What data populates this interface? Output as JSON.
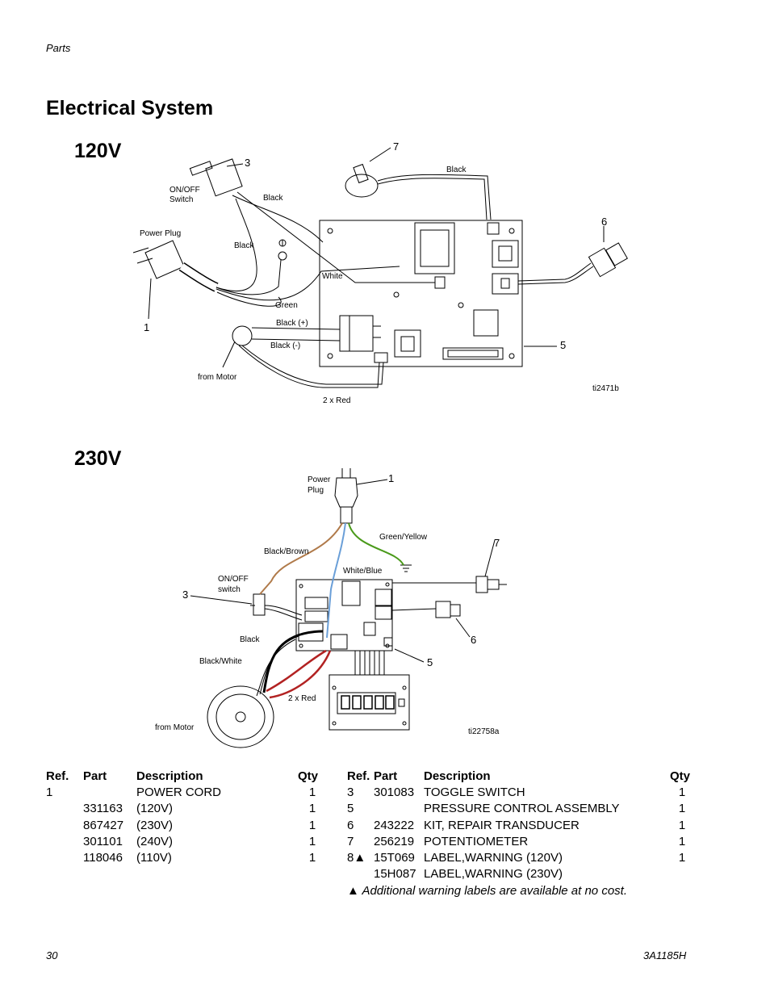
{
  "header": {
    "section": "Parts"
  },
  "title": "Electrical System",
  "diagram_120v": {
    "heading": "120V",
    "labels": {
      "onoff_1": "ON/OFF",
      "onoff_2": "Switch",
      "black_a": "Black",
      "black_b": "Black",
      "black_c": "Black",
      "power_plug": "Power Plug",
      "white": "White",
      "green": "Green",
      "black_plus": "Black (+)",
      "black_minus": "Black (-)",
      "from_motor": "from Motor",
      "two_red": "2 x Red",
      "figure_id": "ti2471b"
    },
    "callouts": {
      "c1": "1",
      "c3": "3",
      "c5": "5",
      "c6": "6",
      "c7": "7"
    }
  },
  "diagram_230v": {
    "heading": "230V",
    "labels": {
      "power_1": "Power",
      "power_2": "Plug",
      "green_yellow": "Green/Yellow",
      "black_brown": "Black/Brown",
      "white_blue": "White/Blue",
      "onoff_1": "ON/OFF",
      "onoff_2": "switch",
      "black": "Black",
      "black_white": "Black/White",
      "two_red": "2 x Red",
      "from_motor": "from Motor",
      "figure_id": "ti22758a"
    },
    "callouts": {
      "c1": "1",
      "c3": "3",
      "c5": "5",
      "c6": "6",
      "c7": "7"
    }
  },
  "parts_table": {
    "headers": {
      "ref": "Ref.",
      "part": "Part",
      "description": "Description",
      "qty": "Qty"
    },
    "left_rows": [
      {
        "ref": "1",
        "part": "",
        "description": "POWER CORD",
        "qty": "1"
      },
      {
        "ref": "",
        "part": "331163",
        "description": "(120V)",
        "qty": "1"
      },
      {
        "ref": "",
        "part": "867427",
        "description": "(230V)",
        "qty": "1"
      },
      {
        "ref": "",
        "part": "301101",
        "description": "(240V)",
        "qty": "1"
      },
      {
        "ref": "",
        "part": "118046",
        "description": "(110V)",
        "qty": "1"
      }
    ],
    "right_rows": [
      {
        "ref": "3",
        "part": "301083",
        "description": "TOGGLE SWITCH",
        "qty": "1"
      },
      {
        "ref": "5",
        "part": "",
        "description": "PRESSURE CONTROL ASSEMBLY",
        "qty": "1"
      },
      {
        "ref": "6",
        "part": "243222",
        "description": "KIT, REPAIR TRANSDUCER",
        "qty": "1"
      },
      {
        "ref": "7",
        "part": "256219",
        "description": "POTENTIOMETER",
        "qty": "1"
      },
      {
        "ref": "8▲",
        "part": "15T069",
        "description": "LABEL,WARNING (120V)",
        "qty": "1"
      },
      {
        "ref": "",
        "part": "15H087",
        "description": "LABEL,WARNING (230V)",
        "qty": ""
      }
    ],
    "footnote": "▲ Additional warning labels are available at no cost."
  },
  "footer": {
    "page_number": "30",
    "doc_id": "3A1185H"
  },
  "colors": {
    "red_wire": "#b22222",
    "green_wire": "#4a9a1a",
    "blue_wire": "#6a9fd8",
    "brown_wire": "#b07a4a"
  }
}
